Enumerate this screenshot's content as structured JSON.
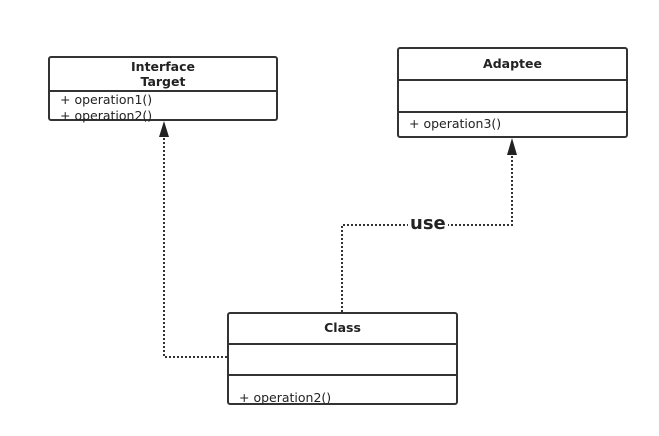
{
  "interface_box": {
    "stereotype": "Interface",
    "name": "Target",
    "operations": [
      "+ operation1()",
      "+ operation2()"
    ]
  },
  "adaptee_box": {
    "name": "Adaptee",
    "operations": [
      "+ operation3()"
    ]
  },
  "class_box": {
    "name": "Class",
    "operations": [
      "+ operation2()"
    ]
  },
  "relations": {
    "use_label": "use"
  }
}
